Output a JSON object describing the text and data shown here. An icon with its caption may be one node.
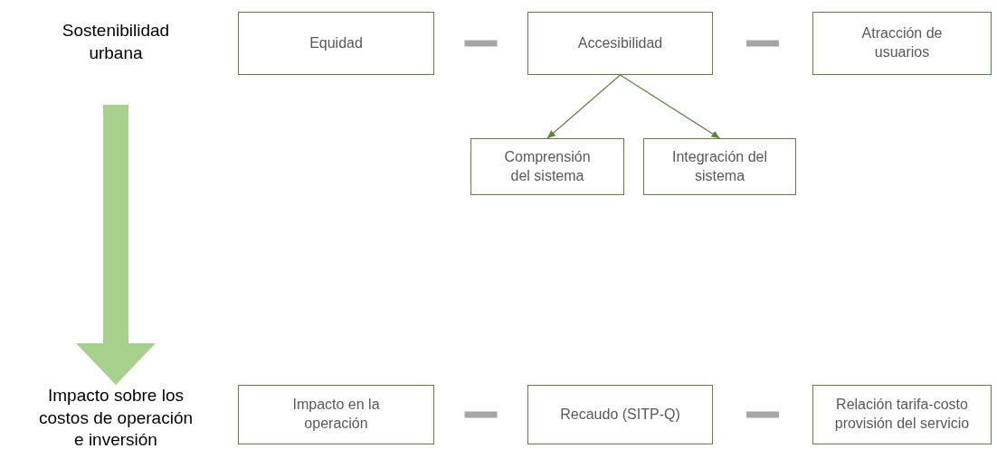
{
  "diagram": {
    "nodes": [
      {
        "text": [
          "Sostenibilidad urbana"
        ]
      },
      {
        "text": [
          "Equidad"
        ]
      },
      {
        "text": [
          "Accesibilidad"
        ]
      },
      {
        "text": [
          "Atracción de usuarios"
        ]
      },
      {
        "text": [
          "Comprensión del sistema"
        ]
      },
      {
        "text": [
          "Integración del sistema"
        ]
      },
      {
        "text": [
          "Impacto sobre los costos de operación e inversión"
        ]
      },
      {
        "text": [
          "Impacto en la operación"
        ]
      },
      {
        "text": [
          "Recaudo (SITP-Q)"
        ]
      },
      {
        "text": [
          "Relación tarifa-costo provisión del servicio"
        ]
      }
    ],
    "edges": [
      {
        "from": 1,
        "to": 2,
        "arrow": "none"
      },
      {
        "from": 2,
        "to": 3,
        "arrow": "none"
      },
      {
        "from": 2,
        "to": 4,
        "arrow": "to",
        "color": "#5f7f45"
      },
      {
        "from": 2,
        "to": 5,
        "arrow": "to",
        "color": "#5f7f45"
      },
      {
        "from": 0,
        "to": 6,
        "arrow": "to",
        "style": "thick",
        "color": "#a9d18e"
      },
      {
        "from": 7,
        "to": 8,
        "arrow": "none"
      },
      {
        "from": 8,
        "to": 9,
        "arrow": "none"
      }
    ]
  }
}
